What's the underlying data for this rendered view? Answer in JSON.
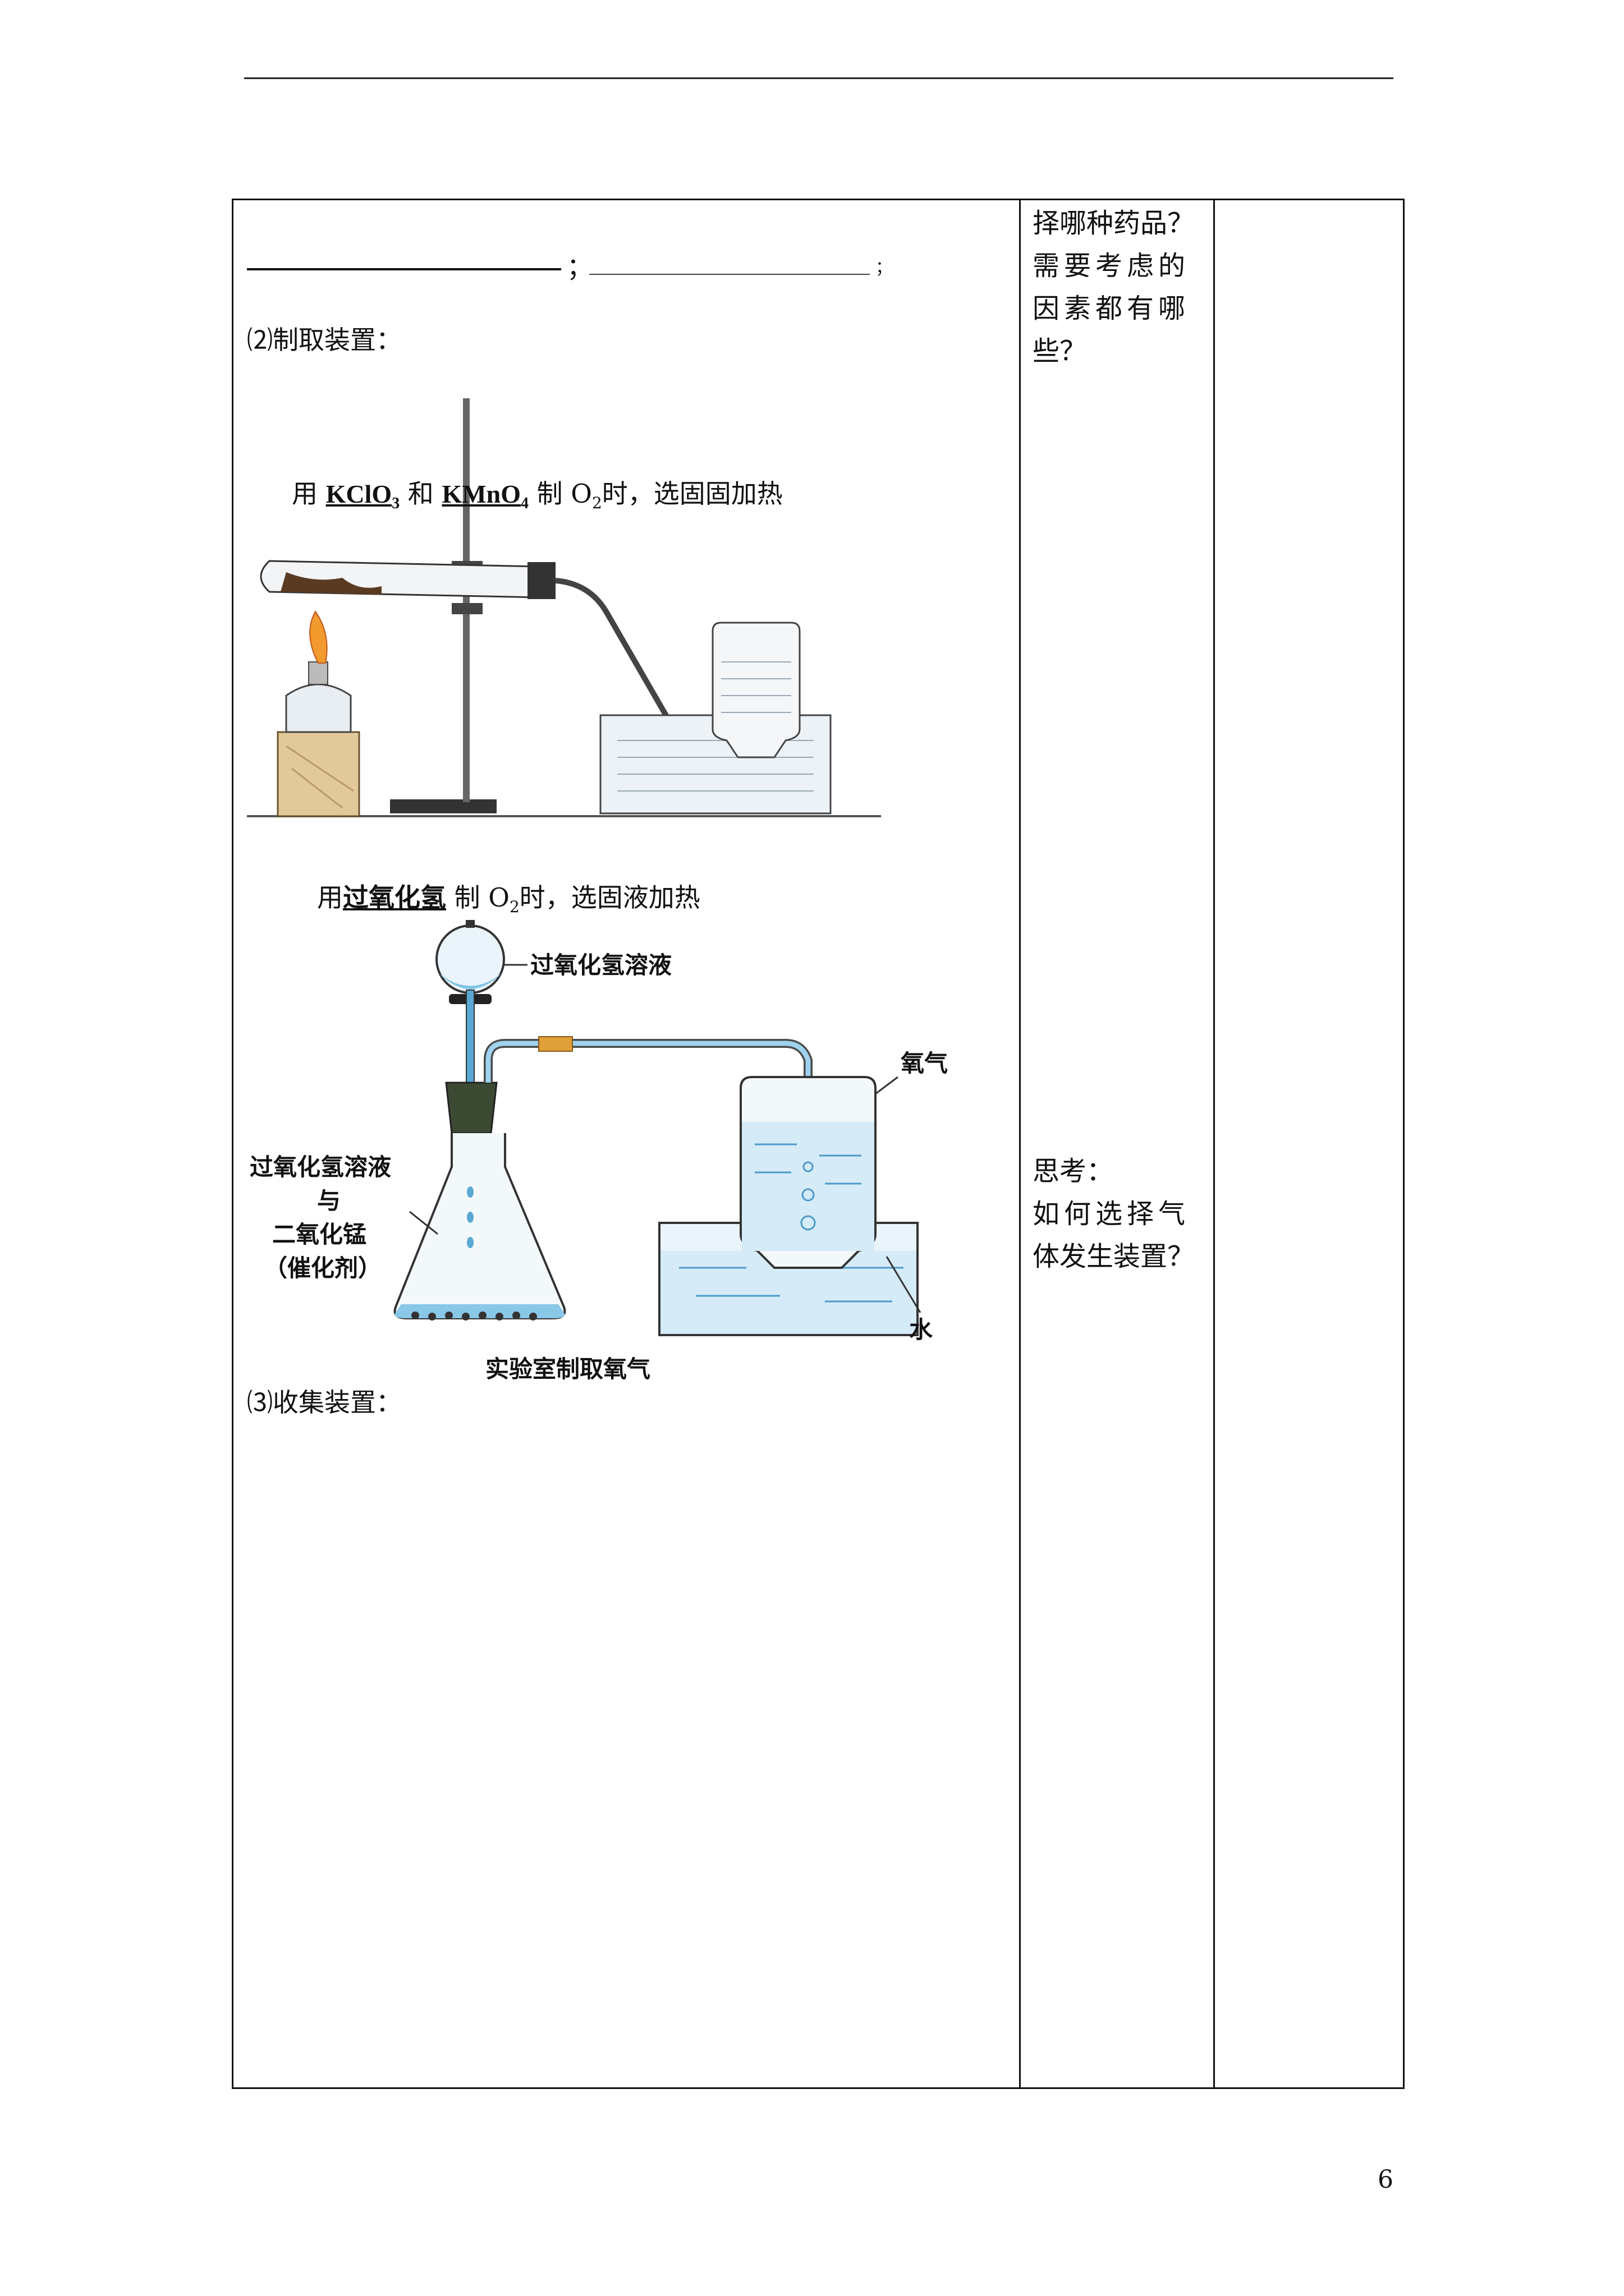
{
  "page_number": "6",
  "row": {
    "semicolon_1": "；",
    "semicolon_2": "；",
    "section2_heading": "⑵制取装置：",
    "kclo3_line": {
      "prefix": "用 ",
      "chem1": "KClO",
      "chem1_sub": "3",
      "mid": " 和 ",
      "chem2": "KMnO",
      "chem2_sub": "4",
      "tail1": "  制 O",
      "tail1_sub": "2",
      "tail2": "时，选固固加热"
    },
    "h2o2_line": {
      "prefix": "用",
      "chem": "过氧化氢",
      "tail1": "  制 O",
      "tail1_sub": "2",
      "tail2": "时，选固液加热"
    },
    "diagram2": {
      "label_funnel": "过氧化氢溶液",
      "label_oxygen": "氧气",
      "label_flask_1": "过氧化氢溶液",
      "label_flask_2": "与",
      "label_flask_3": "二氧化锰",
      "label_flask_4": "（催化剂）",
      "label_water": "水",
      "caption": "实验室制取氧气"
    },
    "section3_heading": "⑶收集装置：",
    "side_note_1": [
      "择哪种药品？",
      "需要考虑的",
      "因素都有哪",
      "些？"
    ],
    "side_note_2": [
      "思考：",
      "如何选择气",
      "体发生装置？"
    ]
  }
}
